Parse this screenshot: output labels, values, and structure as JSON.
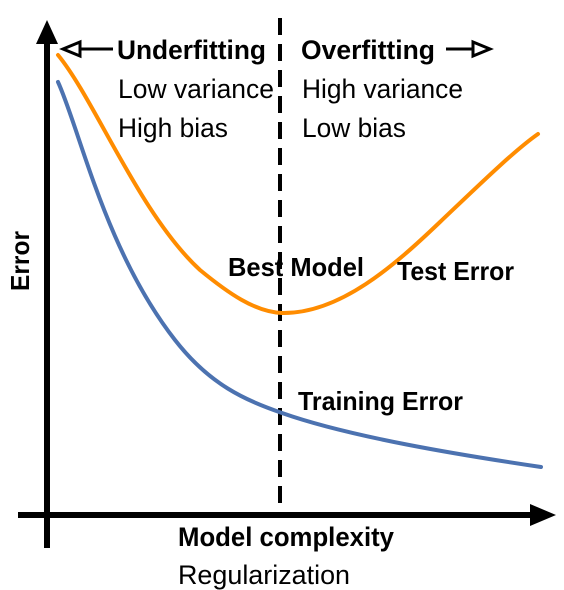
{
  "regions": {
    "left": {
      "title": "Underfitting",
      "line1": "Low variance",
      "line2": "High bias"
    },
    "right": {
      "title": "Overfitting",
      "line1": "High variance",
      "line2": "Low bias"
    }
  },
  "best_model_label": "Best Model",
  "curves": {
    "test": {
      "label": "Test Error",
      "color": "#ff8c00"
    },
    "training": {
      "label": "Training Error",
      "color": "#4c72b0"
    }
  },
  "axes": {
    "ylabel": "Error",
    "xlabel": "Model complexity",
    "xlabel_sub": "Regularization"
  }
}
